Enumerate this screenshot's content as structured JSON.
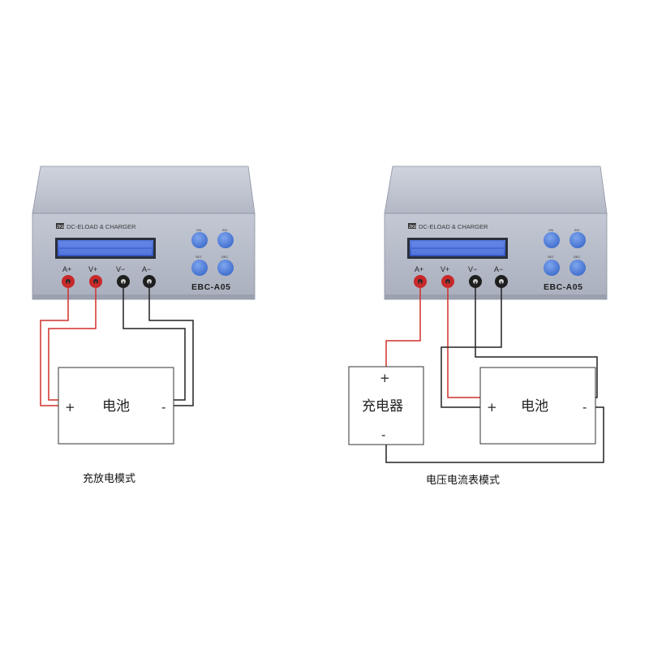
{
  "devices": [
    {
      "brand": "ZKE DC-ELOAD & CHARGER",
      "logo": "ZKE",
      "model": "EBC-A05",
      "buttons": [
        "ON",
        "INC",
        "SET",
        "DEC"
      ],
      "terminals": [
        "A+",
        "V+",
        "V−",
        "A−"
      ]
    },
    {
      "brand": "ZKE DC-ELOAD & CHARGER",
      "logo": "ZKE",
      "model": "EBC-A05",
      "buttons": [
        "ON",
        "INC",
        "SET",
        "DEC"
      ],
      "terminals": [
        "A+",
        "V+",
        "V−",
        "A−"
      ]
    }
  ],
  "left_diagram": {
    "battery": {
      "label": "电池",
      "plus": "+",
      "minus": "-"
    },
    "caption": "充放电模式"
  },
  "right_diagram": {
    "charger": {
      "label": "充电器",
      "plus": "+",
      "minus": "-"
    },
    "battery": {
      "label": "电池",
      "plus": "+",
      "minus": "-"
    },
    "caption": "电压电流表模式"
  },
  "colors": {
    "case": "#b4bac8",
    "case_top": "#c7ccd8",
    "lcd": "#3f63ce",
    "button": "#4f7fd8",
    "wire_red": "#d0302b",
    "wire_black": "#222222"
  }
}
